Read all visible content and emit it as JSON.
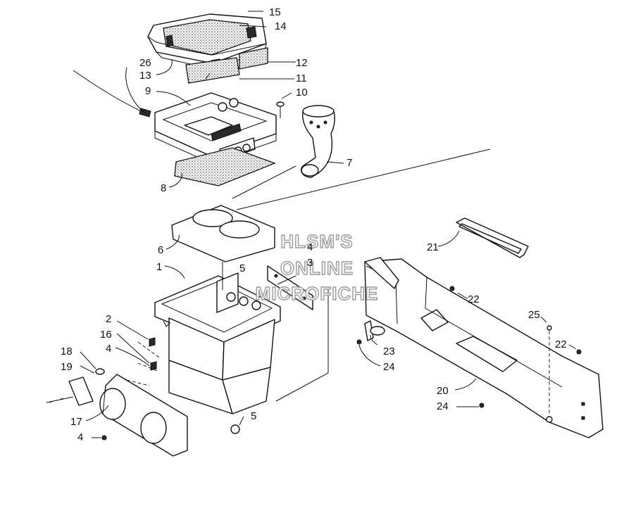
{
  "diagram": {
    "watermark": [
      "HLSM'S",
      "ONLINE",
      "MICROFICHE"
    ],
    "callouts": [
      "15",
      "14",
      "12",
      "11",
      "26",
      "13",
      "9",
      "10",
      "7",
      "8",
      "6",
      "4",
      "3",
      "5",
      "1",
      "21",
      "22",
      "25",
      "22",
      "2",
      "16",
      "4",
      "18",
      "19",
      "23",
      "24",
      "20",
      "24",
      "5",
      "17",
      "4"
    ]
  }
}
